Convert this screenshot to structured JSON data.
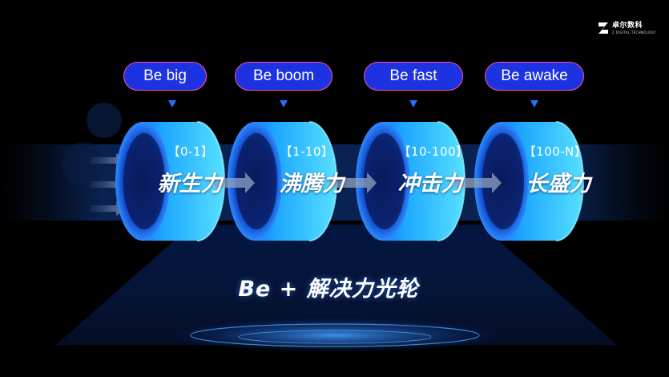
{
  "logo": {
    "name_cn": "卓尔数科",
    "name_en": "Z DIGITAL TECHNOLOGY",
    "icon": "z-logo-icon"
  },
  "stages": [
    {
      "tag": "Be big",
      "range": "【0-1】",
      "power": "新生力"
    },
    {
      "tag": "Be boom",
      "range": "【1-10】",
      "power": "沸腾力"
    },
    {
      "tag": "Be fast",
      "range": "【10-100】",
      "power": "冲击力"
    },
    {
      "tag": "Be awake",
      "range": "【100-N】",
      "power": "长盛力"
    }
  ],
  "bottom_title": "Be + 解决力光轮",
  "colors": {
    "tag_fill": "#1d33e2",
    "tag_border": "#ff4fa8",
    "ring_light": "#4fd8ff",
    "ring_dark": "#0a5cff",
    "background": "#000000"
  }
}
